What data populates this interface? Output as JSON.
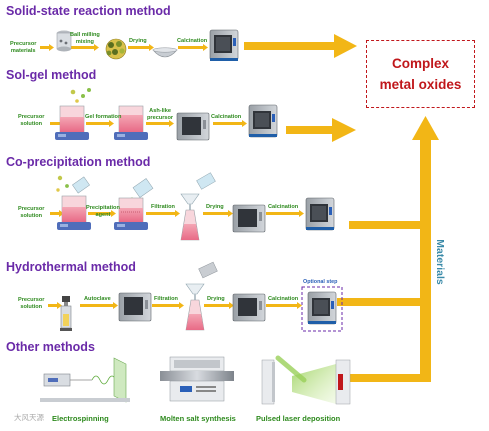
{
  "methods": {
    "solid_state": {
      "title": "Solid-state reaction method",
      "steps": {
        "precursor": "Precursor\nmaterials",
        "ball_milling": "Ball milling\nmixing",
        "drying": "Drying",
        "calcination": "Calcination"
      }
    },
    "sol_gel": {
      "title": "Sol-gel method",
      "steps": {
        "precursor": "Precursor\nsolution",
        "gel": "Gel formation",
        "ash": "Ash-like\nprecursor",
        "calcination": "Calcination"
      }
    },
    "coprecipitation": {
      "title": "Co-precipitation method",
      "steps": {
        "precursor": "Precursor\nsolution",
        "agent": "Precipitation\nagent",
        "filtration": "Filtration",
        "drying": "Drying",
        "calcination": "Calcination"
      }
    },
    "hydrothermal": {
      "title": "Hydrothermal method",
      "steps": {
        "precursor": "Precursor\nsolution",
        "autoclave": "Autoclave",
        "filtration": "Filtration",
        "drying": "Drying",
        "calcination": "Calcination"
      },
      "optional": "Optional step"
    },
    "other": {
      "title": "Other methods",
      "items": {
        "electrospinning": "Electrospinning",
        "molten": "Molten salt synthesis",
        "laser": "Pulsed laser deposition"
      }
    }
  },
  "result": "Complex\nmetal oxides",
  "side_label": "Materials",
  "watermark": "大风天源",
  "colors": {
    "title": "#6a2aa8",
    "step_label": "#2e8a1e",
    "arrow": "#f2b616",
    "result": "#c0171b",
    "materials": "#3a8aa8",
    "optional_box": "#6a2aa8"
  }
}
